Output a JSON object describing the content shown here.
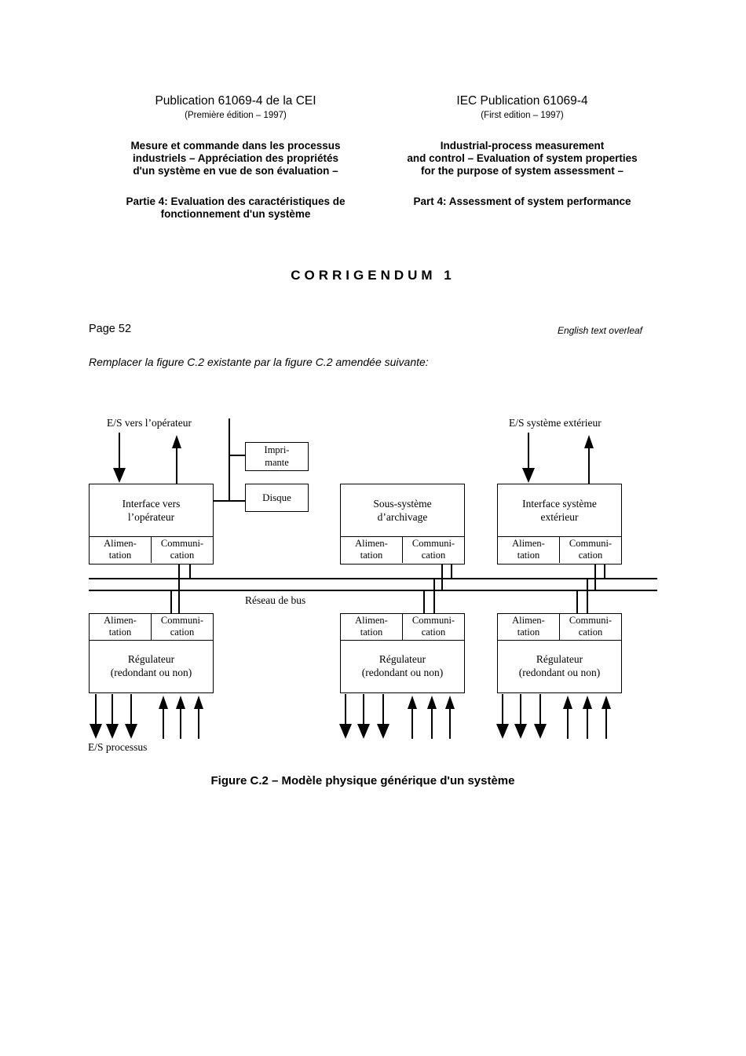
{
  "page": {
    "header": {
      "french": {
        "publication": "Publication 61069-4 de la CEI",
        "edition": "(Première édition – 1997)",
        "title_lines": [
          "Mesure et commande dans les processus",
          "industriels – Appréciation des propriétés",
          "d'un système en vue de son évaluation –"
        ],
        "part_lines": [
          "Partie 4: Evaluation des caractéristiques de",
          "fonctionnement d'un système"
        ]
      },
      "english": {
        "publication": "IEC Publication 61069-4",
        "edition": "(First edition – 1997)",
        "title_lines": [
          "Industrial-process measurement",
          "and control – Evaluation of system properties",
          "for the purpose of system assessment –"
        ],
        "part_lines": [
          "Part 4: Assessment of system performance"
        ]
      }
    },
    "corrigendum_title": "CORRIGENDUM 1",
    "page_ref": "Page 52",
    "overleaf_note": "English text overleaf",
    "instruction": "Remplacer la figure C.2 existante par la figure C.2 amendée suivante:",
    "caption": "Figure C.2 – Modèle physique générique d'un système"
  },
  "diagram": {
    "labels": {
      "io_operator": "E/S vers l’opérateur",
      "io_external": "E/S système extérieur",
      "io_process": "E/S processus",
      "bus": "Réseau de bus"
    },
    "peripherals": {
      "printer_lines": [
        "Impri-",
        "mante"
      ],
      "disk": "Disque"
    },
    "cells": {
      "alim": [
        "Alimen-",
        "tation"
      ],
      "comm": [
        "Communi-",
        "cation"
      ]
    },
    "top_units": [
      {
        "lines": [
          "Interface vers",
          "l’opérateur"
        ]
      },
      {
        "lines": [
          "Sous-système",
          "d’archivage"
        ]
      },
      {
        "lines": [
          "Interface système",
          "extérieur"
        ]
      }
    ],
    "bottom_units": [
      {
        "lines": [
          "Régulateur",
          "(redondant ou non)"
        ]
      },
      {
        "lines": [
          "Régulateur",
          "(redondant ou non)"
        ]
      },
      {
        "lines": [
          "Régulateur",
          "(redondant ou non)"
        ]
      }
    ],
    "colors": {
      "ink": "#000000",
      "paper": "#ffffff"
    }
  }
}
